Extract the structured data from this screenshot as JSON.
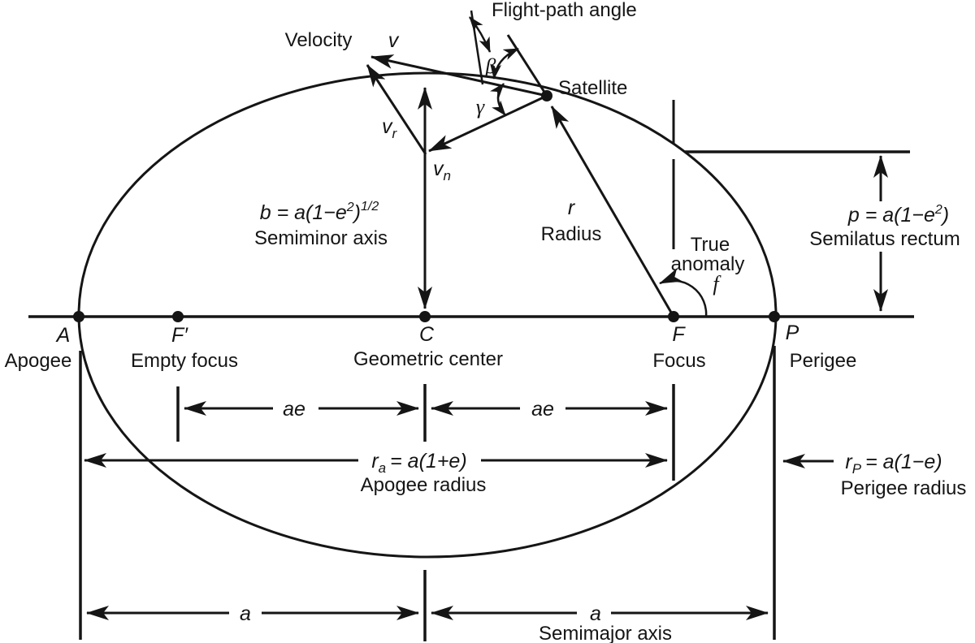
{
  "diagram": {
    "description": "Elliptical orbit geometry diagram",
    "ink_color": "#151515",
    "background_color": "#ffffff"
  },
  "satellite": {
    "label": "Satellite"
  },
  "angles": {
    "flight_path": "Flight-path angle",
    "beta": "β",
    "gamma": "γ",
    "true_anomaly_line1": "True",
    "true_anomaly_line2": "anomaly",
    "true_anomaly_symbol": "f"
  },
  "vectors": {
    "velocity_word": "Velocity",
    "v": "v",
    "v_r": {
      "base": "v",
      "sub": "r"
    },
    "v_n": {
      "base": "v",
      "sub": "n"
    }
  },
  "radius": {
    "symbol": "r",
    "word": "Radius"
  },
  "axis_points": {
    "apogee": {
      "symbol": "A",
      "name": "Apogee"
    },
    "empty_focus": {
      "symbol": "F′",
      "name": "Empty focus"
    },
    "center": {
      "symbol": "C",
      "name": "Geometric center"
    },
    "focus": {
      "symbol": "F",
      "name": "Focus"
    },
    "perigee": {
      "symbol": "P",
      "name": "Perigee"
    }
  },
  "formulas": {
    "semiminor": {
      "base": "b = a(1−e",
      "sup": "2",
      "close": ")",
      "exp": "1/2",
      "caption": "Semiminor axis"
    },
    "semilatus": {
      "base": "p = a(1−e",
      "sup": "2",
      "close": ")",
      "caption": "Semilatus rectum"
    },
    "apogee_radius": {
      "sym": "r",
      "sub": "a",
      "rest": "= a(1+e)",
      "caption": "Apogee radius"
    },
    "perigee_radius": {
      "sym": "r",
      "sub": "P",
      "rest": "= a(1−e)",
      "caption": "Perigee radius"
    }
  },
  "dimensions": {
    "ae_left": "ae",
    "ae_right": "ae",
    "a_left": "a",
    "a_right": "a",
    "semimajor_caption": "Semimajor axis"
  }
}
